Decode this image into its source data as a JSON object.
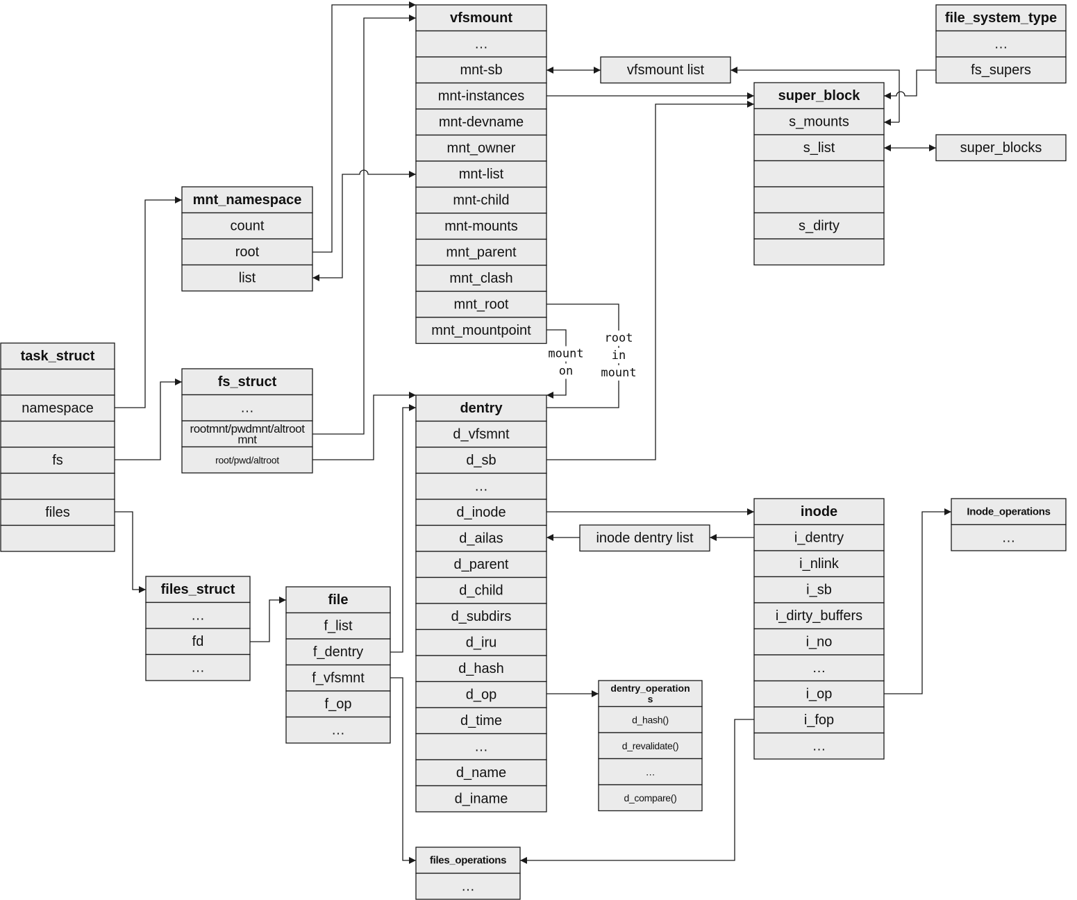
{
  "structs": {
    "vfsmount": [
      "vfsmount",
      "…",
      "mnt-sb",
      "mnt-instances",
      "mnt-devname",
      "mnt_owner",
      "mnt-list",
      "mnt-child",
      "mnt-mounts",
      "mnt_parent",
      "mnt_clash",
      "mnt_root",
      "mnt_mountpoint"
    ],
    "file_system_type": [
      "file_system_type",
      "…",
      "fs_supers"
    ],
    "vfsmount_list": [
      "vfsmount list"
    ],
    "super_block": [
      "super_block",
      "s_mounts",
      "s_list",
      "",
      "",
      "s_dirty",
      ""
    ],
    "super_blocks": [
      "super_blocks"
    ],
    "mnt_namespace": [
      "mnt_namespace",
      "count",
      "root",
      "list"
    ],
    "task_struct": [
      "task_struct",
      "",
      "namespace",
      "",
      "fs",
      "",
      "files",
      ""
    ],
    "fs_struct": [
      "fs_struct",
      "…",
      "rootmnt/pwdmnt/altroot mnt",
      "root/pwd/altroot"
    ],
    "dentry": [
      "dentry",
      "d_vfsmnt",
      "d_sb",
      "…",
      "d_inode",
      "d_ailas",
      "d_parent",
      "d_child",
      "d_subdirs",
      "d_iru",
      "d_hash",
      "d_op",
      "d_time",
      "…",
      "d_name",
      "d_iname"
    ],
    "inode": [
      "inode",
      "i_dentry",
      "i_nlink",
      "i_sb",
      "i_dirty_buffers",
      "i_no",
      "…",
      "i_op",
      "i_fop",
      "…"
    ],
    "inode_dentry_list": [
      "inode dentry list"
    ],
    "inode_operations": [
      "Inode_operations",
      "…"
    ],
    "files_struct": [
      "files_struct",
      "…",
      "fd",
      "…"
    ],
    "file": [
      "file",
      "f_list",
      "f_dentry",
      "f_vfsmnt",
      "f_op",
      "…"
    ],
    "dentry_operations": [
      "dentry_operations",
      "d_hash()",
      "d_revalidate()",
      "…",
      "d_compare()"
    ],
    "files_operations": [
      "files_operations",
      "…"
    ]
  },
  "annotations": {
    "mount_on": [
      "mount",
      "on"
    ],
    "root_in_mount": [
      "root",
      "in",
      "mount"
    ]
  }
}
